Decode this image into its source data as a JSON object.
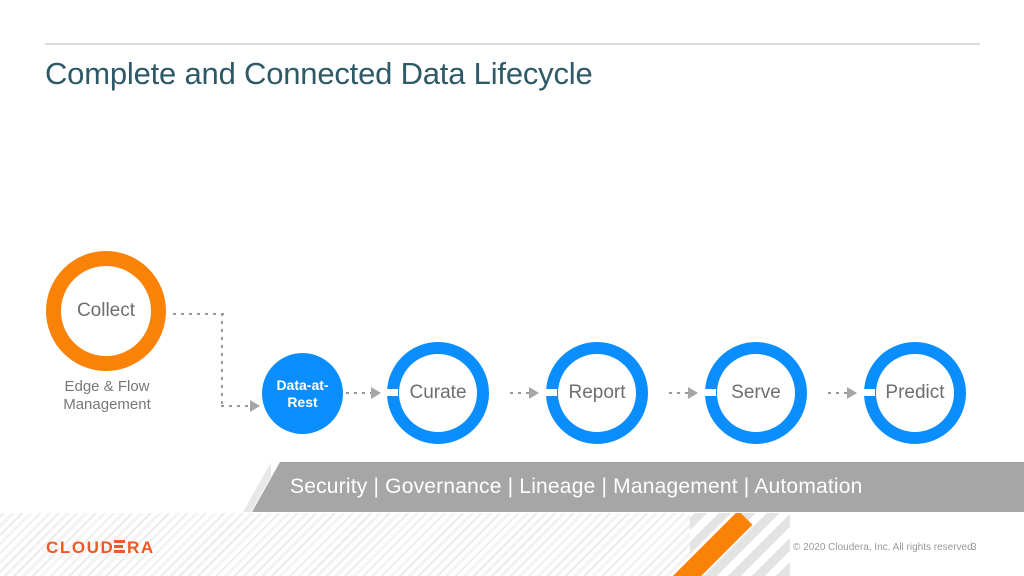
{
  "slide": {
    "title": "Complete and Connected Data Lifecycle",
    "accent_orange": "#f98207",
    "accent_blue": "#0b8efd",
    "title_color": "#2e5a68",
    "bar_color": "#a6a6a6"
  },
  "lifecycle": {
    "stages": [
      {
        "id": "collect",
        "label": "Collect",
        "style": "ring-orange",
        "caption": "Edge & Flow\nManagement"
      },
      {
        "id": "data-at-rest",
        "label": "Data-at-\nRest",
        "style": "filled-blue"
      },
      {
        "id": "curate",
        "label": "Curate",
        "style": "ring-blue"
      },
      {
        "id": "report",
        "label": "Report",
        "style": "ring-blue"
      },
      {
        "id": "serve",
        "label": "Serve",
        "style": "ring-blue"
      },
      {
        "id": "predict",
        "label": "Predict",
        "style": "ring-blue"
      }
    ],
    "collect_caption_line1": "Edge & Flow",
    "collect_caption_line2": "Management",
    "data_at_rest_line1": "Data-at-",
    "data_at_rest_line2": "Rest",
    "curate_label": "Curate",
    "report_label": "Report",
    "serve_label": "Serve",
    "predict_label": "Predict",
    "collect_label": "Collect"
  },
  "capability_bar": {
    "items": [
      "Security",
      "Governance",
      "Lineage",
      "Management",
      "Automation"
    ],
    "separator": "|",
    "text": "Security  |  Governance  |  Lineage  |  Management  |  Automation"
  },
  "footer": {
    "logo_part1": "CLOUD",
    "logo_part2": "RA",
    "logo_full": "CLOUDERA",
    "copyright": "© 2020 Cloudera, Inc. All rights reserved.",
    "page_number": "3"
  }
}
